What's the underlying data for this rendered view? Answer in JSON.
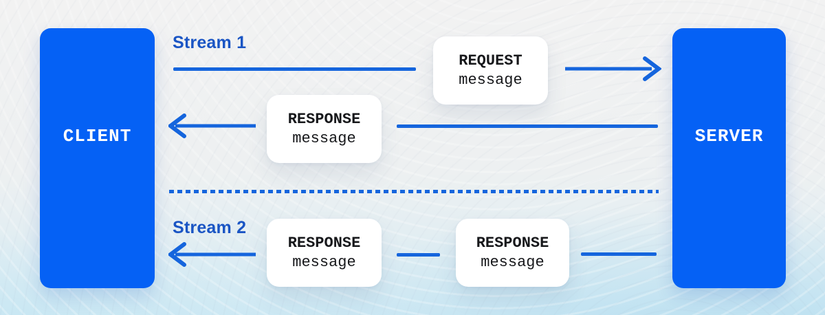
{
  "diagram": {
    "client_label": "CLIENT",
    "server_label": "SERVER",
    "stream1": {
      "label": "Stream 1",
      "request": {
        "title": "REQUEST",
        "subtitle": "message"
      },
      "response": {
        "title": "RESPONSE",
        "subtitle": "message"
      }
    },
    "stream2": {
      "label": "Stream 2",
      "response_a": {
        "title": "RESPONSE",
        "subtitle": "message"
      },
      "response_b": {
        "title": "RESPONSE",
        "subtitle": "message"
      }
    }
  },
  "colors": {
    "node_blue": "#0561f5",
    "arrow_blue": "#1565dd",
    "label_blue": "#1a55c4",
    "text_dark": "#17181b",
    "bg_top": "#f2f2f2",
    "bg_bottom": "#d5ebf4"
  }
}
